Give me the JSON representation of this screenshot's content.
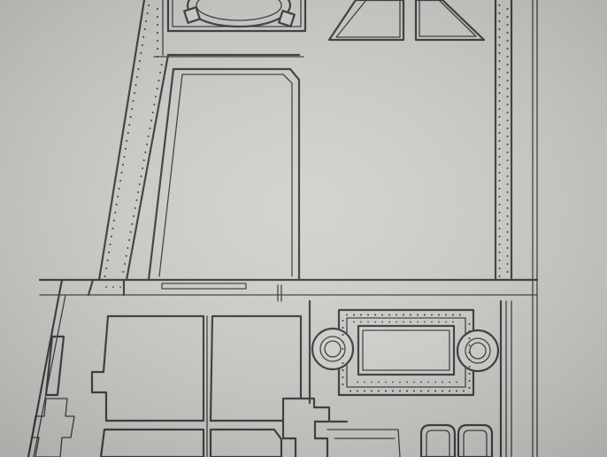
{
  "colors": {
    "paper": "#d6d6d3",
    "paper_shadow": "#b9b9b5",
    "ink": "#3b3b3b"
  },
  "map": {
    "labels": [],
    "features": [
      "fountain-basin-top",
      "triangular-parterre-left",
      "triangular-parterre-right",
      "dotted-avenue-left",
      "dotted-avenue-right",
      "long-parterre",
      "cross-street",
      "garden-block-grid",
      "cross-shaped-walkway",
      "rectangular-basin-with-round-ends",
      "twin-small-basins",
      "building-outline-left"
    ]
  }
}
